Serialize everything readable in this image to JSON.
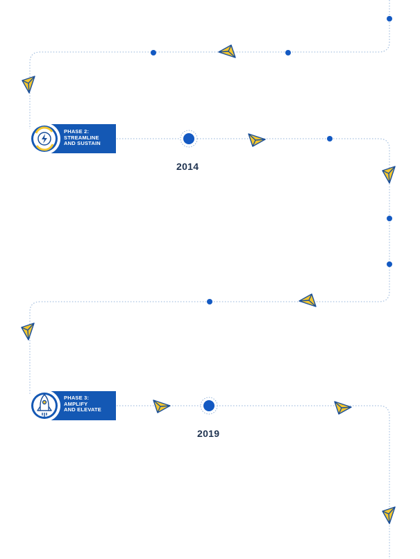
{
  "colors": {
    "path": "#8fb0d8",
    "dot": "#1359c2",
    "banner": "#1458b4",
    "plane_fill": "#f2c62f",
    "plane_stroke": "#1a4f9a",
    "year_text": "#1f3350"
  },
  "phases": [
    {
      "title": "PHASE 2:",
      "line2": "STREAMLINE",
      "line3": "AND SUSTAIN",
      "icon": "gear-lightning-icon",
      "year": "2014"
    },
    {
      "title": "PHASE 3:",
      "line2": "AMPLIFY",
      "line3": "AND ELEVATE",
      "icon": "rocket-icon",
      "year": "2019"
    }
  ]
}
